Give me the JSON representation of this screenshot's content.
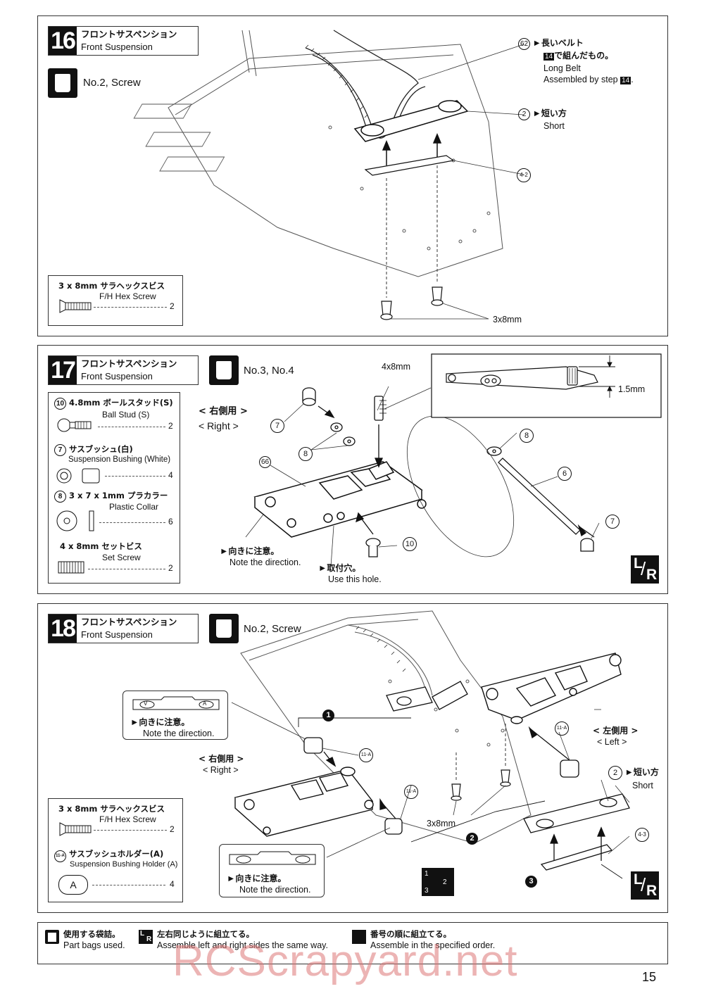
{
  "steps": [
    {
      "number": "16",
      "title_jp": "フロントサスペンション",
      "title_en": "Front Suspension",
      "bag": "No.2, Screw",
      "parts": [
        {
          "jp": "3 x 8mm サラヘックスビス",
          "en": "F/H Hex Screw",
          "qty": "2"
        }
      ],
      "labels": {
        "belt_num": "62",
        "belt_jp1": "長いベルト",
        "belt_jp2_step": "14",
        "belt_jp2": "で組んだもの。",
        "belt_en1": "Long Belt",
        "belt_en2": "Assembled by step",
        "belt_en2_step": "14",
        "short_num": "2",
        "short_jp": "短い方",
        "short_en": "Short",
        "part_42": "4-2",
        "screw": "3x8mm"
      }
    },
    {
      "number": "17",
      "title_jp": "フロントサスペンション",
      "title_en": "Front Suspension",
      "bag": "No.3, No.4",
      "parts": [
        {
          "num": "10",
          "jp": "4.8mm ボールスタッド(S)",
          "en": "Ball Stud (S)",
          "qty": "2"
        },
        {
          "num": "7",
          "jp": "サスブッシュ(白)",
          "en": "Suspension Bushing (White)",
          "qty": "4"
        },
        {
          "num": "8",
          "jp": "3 x 7 x 1mm プラカラー",
          "en": "Plastic Collar",
          "qty": "6"
        },
        {
          "jp": "4 x 8mm セットビス",
          "en": "Set Screw",
          "qty": "2"
        }
      ],
      "labels": {
        "right_jp": "< 右側用 >",
        "right_en": "< Right >",
        "set_screw": "4x8mm",
        "dim": "1.5mm",
        "n66": "66",
        "n7a": "7",
        "n8a": "8",
        "n8b": "8",
        "n6": "6",
        "n7b": "7",
        "n10": "10",
        "note_jp": "向きに注意。",
        "note_en": "Note the direction.",
        "hole_jp": "取付穴。",
        "hole_en": "Use this hole.",
        "lr_l": "L",
        "lr_r": "R"
      }
    },
    {
      "number": "18",
      "title_jp": "フロントサスペンション",
      "title_en": "Front Suspension",
      "bag": "No.2, Screw",
      "parts": [
        {
          "jp": "3 x 8mm サラヘックスビス",
          "en": "F/H Hex Screw",
          "qty": "2"
        },
        {
          "num": "11-A",
          "jp": "サスブッシュホルダー(A)",
          "en": "Suspension Bushing Holder (A)",
          "qty": "4",
          "icon": "A"
        }
      ],
      "labels": {
        "note_jp": "向きに注意。",
        "note_en": "Note the direction.",
        "note2_jp": "向きに注意。",
        "note2_en": "Note the direction.",
        "right_jp": "< 右側用 >",
        "right_en": "< Right >",
        "left_jp": "< 左側用 >",
        "left_en": "< Left >",
        "short_num": "2",
        "short_jp": "短い方",
        "short_en": "Short",
        "n11a_1": "11-A",
        "n11a_2": "11-A",
        "n11a_3": "11-A",
        "part_43": "4-3",
        "screw": "3x8mm",
        "o1": "1",
        "o2": "2",
        "o3": "3",
        "callout_v": "V",
        "callout_a": "A",
        "lr_l": "L",
        "lr_r": "R"
      }
    }
  ],
  "legend": [
    {
      "jp": "使用する袋詰。",
      "en": "Part bags used."
    },
    {
      "jp": "左右同じように組立てる。",
      "en": "Assemble left and right sides the same way."
    },
    {
      "jp": "番号の順に組立てる。",
      "en": "Assemble in the specified order."
    }
  ],
  "order_icon": [
    "1",
    "2",
    "3"
  ],
  "watermark": "RCScrapyard.net",
  "page_number": "15"
}
